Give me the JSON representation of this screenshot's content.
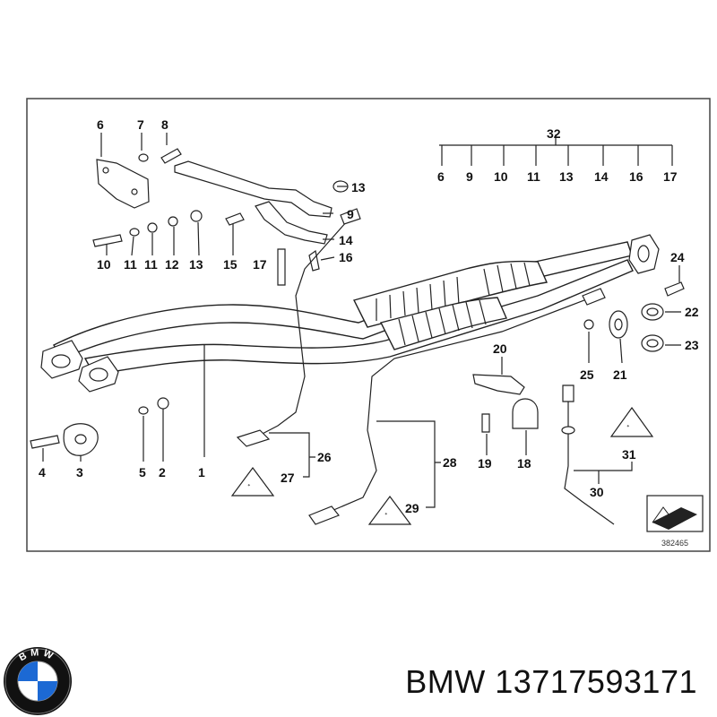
{
  "diagram": {
    "labels": [
      "6",
      "7",
      "8",
      "32",
      "6",
      "9",
      "10",
      "11",
      "13",
      "14",
      "16",
      "17",
      "13",
      "9",
      "14",
      "16",
      "10",
      "11",
      "11",
      "12",
      "13",
      "15",
      "17",
      "24",
      "22",
      "23",
      "25",
      "21",
      "20",
      "19",
      "18",
      "31",
      "30",
      "4",
      "3",
      "5",
      "2",
      "1",
      "26",
      "27",
      "28",
      "29"
    ],
    "drawing_number": "382465"
  },
  "brand": {
    "logo_letters": "BMW"
  },
  "title": "BMW 13717593171"
}
